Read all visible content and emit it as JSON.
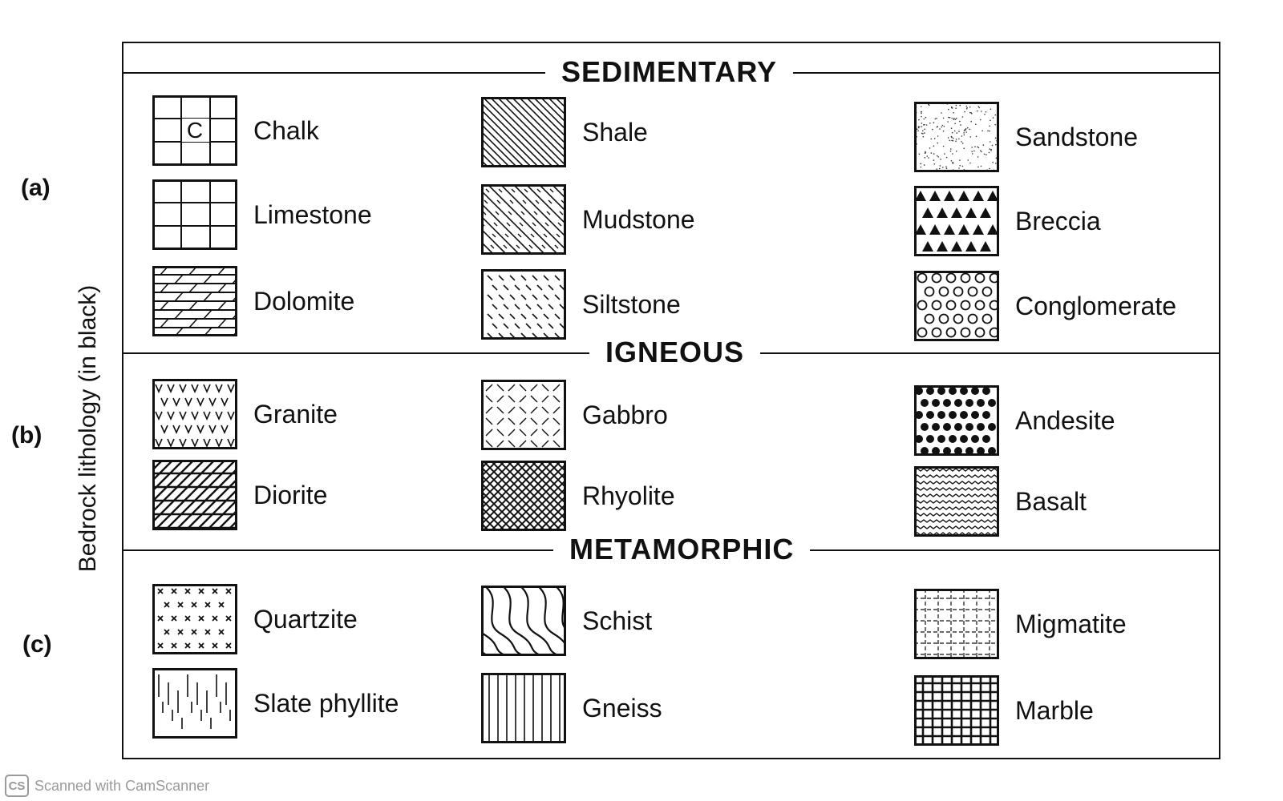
{
  "ylabel": "Bedrock lithology (in black)",
  "sections": [
    {
      "letter": "(a)",
      "title": "SEDIMENTARY",
      "items": [
        {
          "label": "Chalk",
          "pattern": "chalk",
          "code": "C"
        },
        {
          "label": "Shale",
          "pattern": "shale"
        },
        {
          "label": "Sandstone",
          "pattern": "sandstone"
        },
        {
          "label": "Limestone",
          "pattern": "limestone"
        },
        {
          "label": "Mudstone",
          "pattern": "mudstone"
        },
        {
          "label": "Breccia",
          "pattern": "breccia"
        },
        {
          "label": "Dolomite",
          "pattern": "dolomite"
        },
        {
          "label": "Siltstone",
          "pattern": "siltstone"
        },
        {
          "label": "Conglomerate",
          "pattern": "conglomerate"
        }
      ]
    },
    {
      "letter": "(b)",
      "title": "IGNEOUS",
      "items": [
        {
          "label": "Granite",
          "pattern": "granite"
        },
        {
          "label": "Gabbro",
          "pattern": "gabbro"
        },
        {
          "label": "Andesite",
          "pattern": "andesite"
        },
        {
          "label": "Diorite",
          "pattern": "diorite"
        },
        {
          "label": "Rhyolite",
          "pattern": "rhyolite"
        },
        {
          "label": "Basalt",
          "pattern": "basalt"
        }
      ]
    },
    {
      "letter": "(c)",
      "title": "METAMORPHIC",
      "items": [
        {
          "label": "Quartzite",
          "pattern": "quartzite"
        },
        {
          "label": "Schist",
          "pattern": "schist"
        },
        {
          "label": "Migmatite",
          "pattern": "migmatite"
        },
        {
          "label": "Slate phyllite",
          "pattern": "slate"
        },
        {
          "label": "Gneiss",
          "pattern": "gneiss"
        },
        {
          "label": "Marble",
          "pattern": "marble"
        }
      ]
    }
  ],
  "watermark": {
    "logo": "CS",
    "text": "Scanned with CamScanner"
  }
}
